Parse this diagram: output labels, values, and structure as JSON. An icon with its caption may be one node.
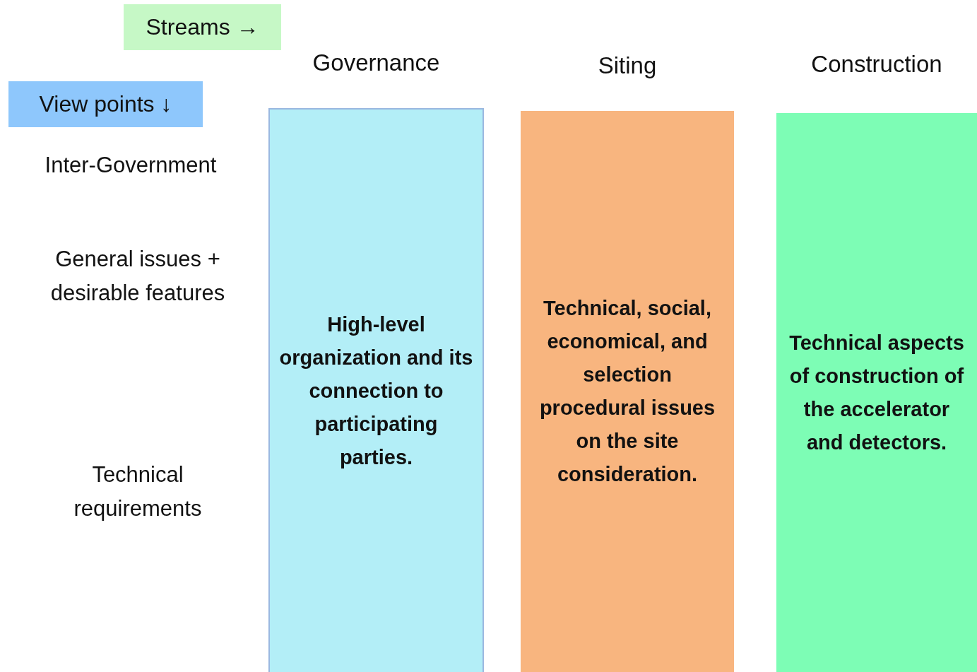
{
  "diagram": {
    "nodes": [
      {
        "text": [
          "Streams →"
        ]
      },
      {
        "text": [
          "View points ↓"
        ]
      },
      {
        "text": [
          "Governance",
          "High-level organization and its connection to participating parties."
        ]
      },
      {
        "text": [
          "Siting",
          "Technical, social, economical, and selection procedural issues on the site consideration."
        ]
      },
      {
        "text": [
          "Construction",
          "Technical aspects of construction of the accelerator and detectors."
        ]
      }
    ],
    "labels": [
      "Inter-Government",
      "General issues + desirable features",
      "Technical requirements"
    ]
  }
}
